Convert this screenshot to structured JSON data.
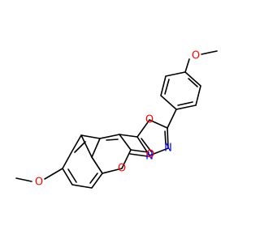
{
  "molecule": {
    "atoms": {
      "methoxy_top_o": "O",
      "oxadiazole_o": "O",
      "oxadiazole_n1": "N",
      "oxadiazole_n2": "N",
      "coumarin_ring_o": "O",
      "carbonyl_o": "O",
      "methoxy_left_o": "O"
    },
    "colors": {
      "bond": "#000000",
      "oxygen": "#ff0000",
      "nitrogen": "#0000ff"
    }
  }
}
